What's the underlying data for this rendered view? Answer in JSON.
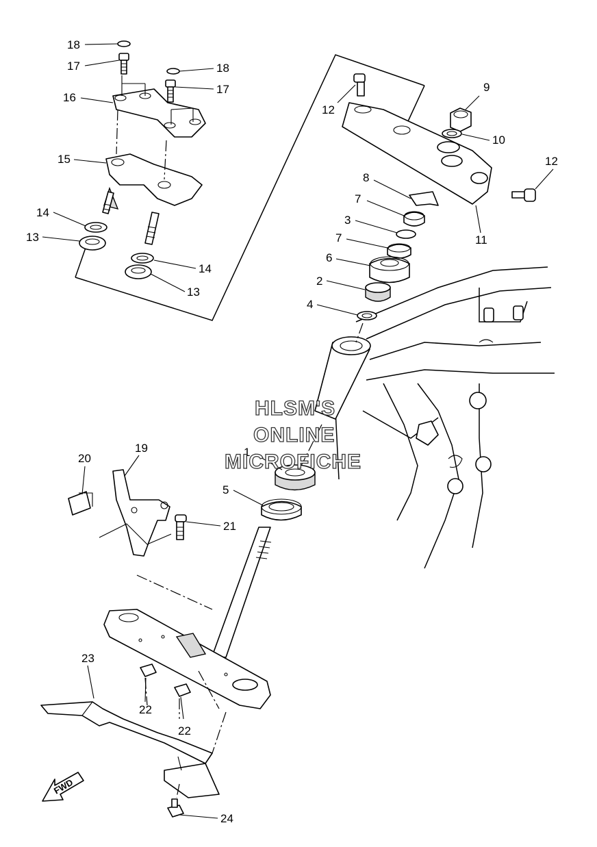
{
  "watermark": {
    "line1": "HLSM'S",
    "line2": "ONLINE",
    "line3": "MICROFICHE"
  },
  "fwd_label": "FWD",
  "callouts": {
    "c1": "1",
    "c2": "2",
    "c3": "3",
    "c4": "4",
    "c5": "5",
    "c6": "6",
    "c7a": "7",
    "c7b": "7",
    "c8": "8",
    "c9": "9",
    "c10": "10",
    "c11": "11",
    "c12a": "12",
    "c12b": "12",
    "c13a": "13",
    "c13b": "13",
    "c14a": "14",
    "c14b": "14",
    "c15": "15",
    "c16": "16",
    "c17a": "17",
    "c17b": "17",
    "c18a": "18",
    "c18b": "18",
    "c19": "19",
    "c20": "20",
    "c21": "21",
    "c22a": "22",
    "c22b": "22",
    "c23": "23",
    "c24": "24"
  }
}
